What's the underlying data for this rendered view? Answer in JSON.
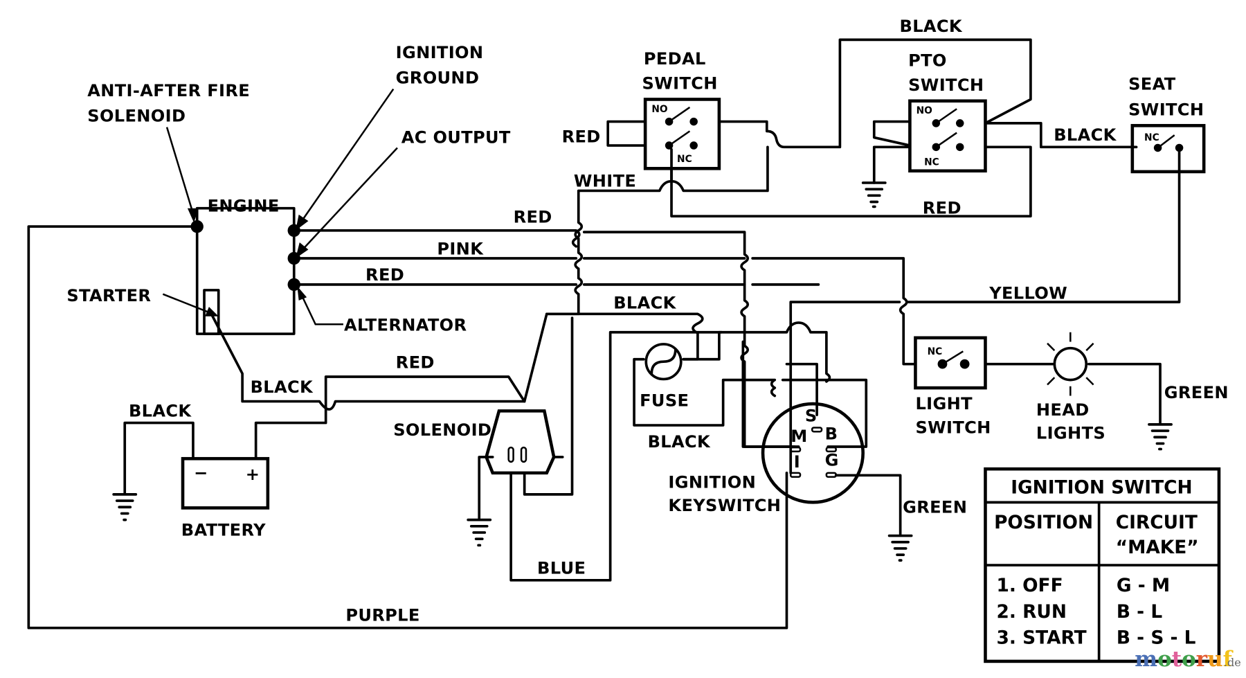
{
  "title": "Wiring schematic - engine, safety switches, ignition keyswitch and headlights",
  "components": {
    "anti_after_fire_solenoid": [
      "ANTI-AFTER FIRE",
      "SOLENOID"
    ],
    "ignition_ground": [
      "IGNITION",
      "GROUND"
    ],
    "ac_output": "AC OUTPUT",
    "engine": "ENGINE",
    "starter": "STARTER",
    "alternator": "ALTERNATOR",
    "battery": "BATTERY",
    "battery_neg": "−",
    "battery_pos": "+",
    "solenoid": "SOLENOID",
    "fuse": "FUSE",
    "ignition_keyswitch": [
      "IGNITION",
      "KEYSWITCH"
    ],
    "keyswitch_terminals": {
      "s": "S",
      "m": "M",
      "b": "B",
      "l": "I",
      "g": "G"
    },
    "pedal_switch": [
      "PEDAL",
      "SWITCH"
    ],
    "pto_switch": [
      "PTO",
      "SWITCH"
    ],
    "seat_switch": [
      "SEAT",
      "SWITCH"
    ],
    "light_switch": [
      "LIGHT",
      "SWITCH"
    ],
    "head_lights": [
      "HEAD",
      "LIGHTS"
    ],
    "contact_no": "NO",
    "contact_nc": "NC"
  },
  "wires": {
    "red_top": "RED",
    "pink": "PINK",
    "red_mid": "RED",
    "black_mid": "BLACK",
    "black_starter": "BLACK",
    "red_battery": "RED",
    "black_battery": "BLACK",
    "black_fuse": "BLACK",
    "blue": "BLUE",
    "purple": "PURPLE",
    "yellow": "YELLOW",
    "green_keyswitch": "GREEN",
    "green_lights": "GREEN",
    "white": "WHITE",
    "red_pedal": "RED",
    "black_top": "BLACK",
    "black_seat": "BLACK",
    "red_pto": "RED"
  },
  "ignition_table": {
    "title": "IGNITION SWITCH",
    "headers": [
      "POSITION",
      [
        "CIRCUIT",
        "“MAKE”"
      ]
    ],
    "rows": [
      {
        "position": "1. OFF",
        "circuit": "G - M"
      },
      {
        "position": "2. RUN",
        "circuit": "B - L"
      },
      {
        "position": "3. START",
        "circuit": "B - S - L"
      }
    ]
  },
  "watermark": {
    "letters": [
      {
        "ch": "m",
        "color": "#4a6fb5"
      },
      {
        "ch": "o",
        "color": "#3f9f4a"
      },
      {
        "ch": "t",
        "color": "#e0609a"
      },
      {
        "ch": "o",
        "color": "#3f9f4a"
      },
      {
        "ch": "r",
        "color": "#e2582e"
      },
      {
        "ch": "u",
        "color": "#ef9a1a"
      },
      {
        "ch": "f",
        "color": "#f2c21a"
      }
    ],
    "suffix": ".de"
  }
}
